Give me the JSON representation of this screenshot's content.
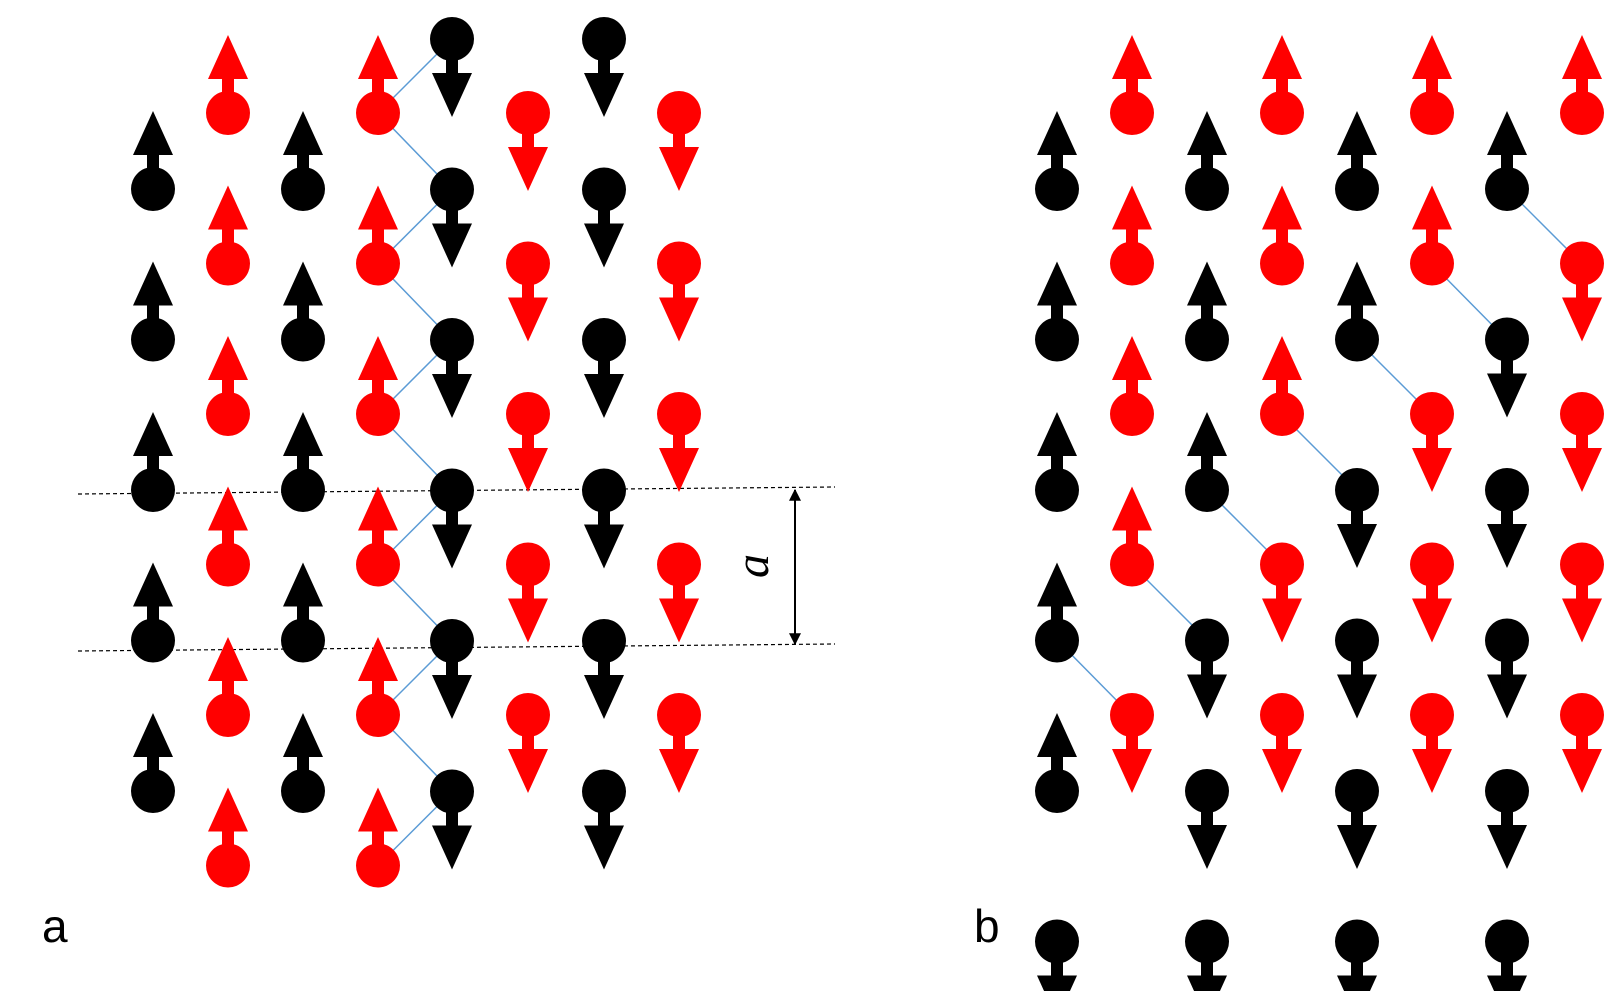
{
  "panels": {
    "a": {
      "label": "a"
    },
    "b": {
      "label": "b"
    }
  },
  "dimension": {
    "label": "a"
  },
  "colors": {
    "black": "#000000",
    "red": "#ff0000",
    "zigzag": "#5b9bd5",
    "guide": "#000000"
  }
}
